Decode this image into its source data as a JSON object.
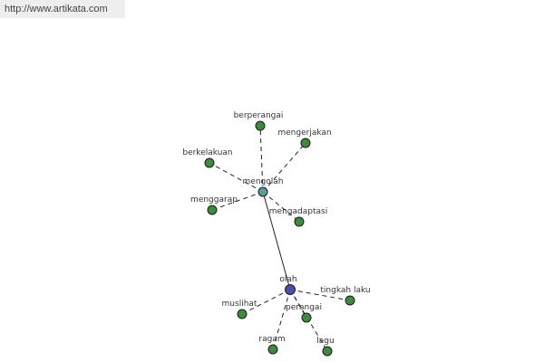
{
  "watermark": "http://www.artikata.com",
  "colors": {
    "leaf": "#3f8a3f",
    "hub_mengolah": "#5a9b9b",
    "hub_olah": "#4a4fa6",
    "edge": "#222222"
  },
  "nodes": [
    {
      "id": "olah",
      "label": "olah",
      "kind": "hub_olah"
    },
    {
      "id": "mengolah",
      "label": "mengolah",
      "kind": "hub_mengolah"
    },
    {
      "id": "berperangai",
      "label": "berperangai",
      "kind": "leaf"
    },
    {
      "id": "mengerjakan",
      "label": "mengerjakan",
      "kind": "leaf"
    },
    {
      "id": "berkelakuan",
      "label": "berkelakuan",
      "kind": "leaf"
    },
    {
      "id": "menggarap",
      "label": "menggarap",
      "kind": "leaf"
    },
    {
      "id": "mengadaptasi",
      "label": "mengadaptasi",
      "kind": "leaf"
    },
    {
      "id": "tingkah_laku",
      "label": "tingkah laku",
      "kind": "leaf"
    },
    {
      "id": "muslihat",
      "label": "muslihat",
      "kind": "leaf"
    },
    {
      "id": "perangai",
      "label": "perangai",
      "kind": "leaf"
    },
    {
      "id": "ragam",
      "label": "ragam",
      "kind": "leaf"
    },
    {
      "id": "lagu",
      "label": "lagu",
      "kind": "leaf"
    }
  ],
  "edges": [
    {
      "from": "olah",
      "to": "mengolah",
      "style": "solid"
    },
    {
      "from": "mengolah",
      "to": "berperangai",
      "style": "dashed"
    },
    {
      "from": "mengolah",
      "to": "mengerjakan",
      "style": "dashed"
    },
    {
      "from": "mengolah",
      "to": "berkelakuan",
      "style": "dashed"
    },
    {
      "from": "mengolah",
      "to": "menggarap",
      "style": "dashed"
    },
    {
      "from": "mengolah",
      "to": "mengadaptasi",
      "style": "dashed"
    },
    {
      "from": "olah",
      "to": "tingkah_laku",
      "style": "dashed"
    },
    {
      "from": "olah",
      "to": "muslihat",
      "style": "dashed"
    },
    {
      "from": "olah",
      "to": "perangai",
      "style": "dashed"
    },
    {
      "from": "olah",
      "to": "ragam",
      "style": "dashed"
    },
    {
      "from": "olah",
      "to": "lagu",
      "style": "dashed"
    }
  ]
}
